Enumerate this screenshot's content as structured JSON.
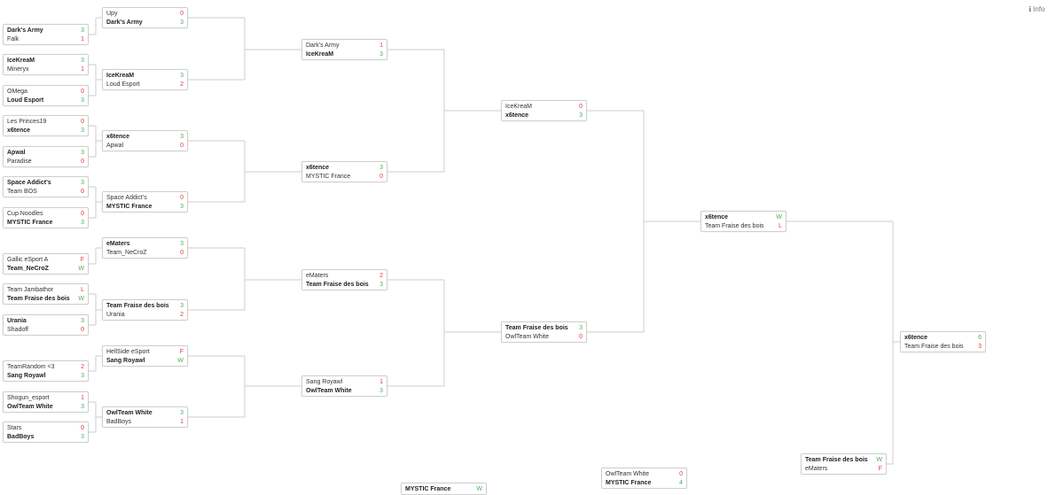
{
  "info_button": {
    "icon": "info-icon",
    "icon_glyph": "ℹ",
    "label": "Info"
  },
  "colors": {
    "win": "#4caf50",
    "lose": "#e53935",
    "border": "#cfcfcf",
    "line": "#cccccc"
  },
  "rounds": {
    "r1": [
      [
        {
          "name": "Dark's Army",
          "score": "3",
          "win": true
        },
        {
          "name": "Falk",
          "score": "1",
          "win": false
        }
      ],
      [
        {
          "name": "IceKreaM",
          "score": "3",
          "win": true
        },
        {
          "name": "Mineryx",
          "score": "1",
          "win": false
        }
      ],
      [
        {
          "name": "OMega",
          "score": "0",
          "win": false
        },
        {
          "name": "Loud Esport",
          "score": "3",
          "win": true
        }
      ],
      [
        {
          "name": "Les Princes19",
          "score": "0",
          "win": false
        },
        {
          "name": "x6tence",
          "score": "3",
          "win": true
        }
      ],
      [
        {
          "name": "Apwal",
          "score": "3",
          "win": true
        },
        {
          "name": "Paradise",
          "score": "0",
          "win": false
        }
      ],
      [
        {
          "name": "Space Addict's",
          "score": "3",
          "win": true
        },
        {
          "name": "Team BOS",
          "score": "0",
          "win": false
        }
      ],
      [
        {
          "name": "Cup Noodles",
          "score": "0",
          "win": false
        },
        {
          "name": "MYSTIC France",
          "score": "3",
          "win": true
        }
      ],
      [
        {
          "name": "Gallic eSport A",
          "score": "F",
          "win": false
        },
        {
          "name": "Team_NeCroZ",
          "score": "W",
          "win": true
        }
      ],
      [
        {
          "name": "Team Jambathor",
          "score": "L",
          "win": false
        },
        {
          "name": "Team Fraise des bois",
          "score": "W",
          "win": true
        }
      ],
      [
        {
          "name": "Urania",
          "score": "3",
          "win": true
        },
        {
          "name": "Shadoff",
          "score": "0",
          "win": false
        }
      ],
      [
        {
          "name": "TeamRandom <3",
          "score": "2",
          "win": false
        },
        {
          "name": "Sang Royawl",
          "score": "3",
          "win": true
        }
      ],
      [
        {
          "name": "Shogun_esport",
          "score": "1",
          "win": false
        },
        {
          "name": "OwlTeam White",
          "score": "3",
          "win": true
        }
      ],
      [
        {
          "name": "Stars",
          "score": "0",
          "win": false
        },
        {
          "name": "BadBoys",
          "score": "3",
          "win": true
        }
      ]
    ],
    "r2": [
      [
        {
          "name": "Upy",
          "score": "0",
          "win": false
        },
        {
          "name": "Dark's Army",
          "score": "3",
          "win": true
        }
      ],
      [
        {
          "name": "IceKreaM",
          "score": "3",
          "win": true
        },
        {
          "name": "Loud Esport",
          "score": "2",
          "win": false
        }
      ],
      [
        {
          "name": "x6tence",
          "score": "3",
          "win": true
        },
        {
          "name": "Apwal",
          "score": "0",
          "win": false
        }
      ],
      [
        {
          "name": "Space Addict's",
          "score": "0",
          "win": false
        },
        {
          "name": "MYSTIC France",
          "score": "3",
          "win": true
        }
      ],
      [
        {
          "name": "eMaters",
          "score": "3",
          "win": true
        },
        {
          "name": "Team_NeCroZ",
          "score": "0",
          "win": false
        }
      ],
      [
        {
          "name": "Team Fraise des bois",
          "score": "3",
          "win": true
        },
        {
          "name": "Urania",
          "score": "2",
          "win": false
        }
      ],
      [
        {
          "name": "HellSide eSport",
          "score": "F",
          "win": false
        },
        {
          "name": "Sang Royawl",
          "score": "W",
          "win": true
        }
      ],
      [
        {
          "name": "OwlTeam White",
          "score": "3",
          "win": true
        },
        {
          "name": "BadBoys",
          "score": "1",
          "win": false
        }
      ]
    ],
    "r3": [
      [
        {
          "name": "Dark's Army",
          "score": "1",
          "win": false
        },
        {
          "name": "IceKreaM",
          "score": "3",
          "win": true
        }
      ],
      [
        {
          "name": "x6tence",
          "score": "3",
          "win": true
        },
        {
          "name": "MYSTIC France",
          "score": "0",
          "win": false
        }
      ],
      [
        {
          "name": "eMaters",
          "score": "2",
          "win": false
        },
        {
          "name": "Team Fraise des bois",
          "score": "3",
          "win": true
        }
      ],
      [
        {
          "name": "Sang Royawl",
          "score": "1",
          "win": false
        },
        {
          "name": "OwlTeam White",
          "score": "3",
          "win": true
        }
      ]
    ],
    "r4": [
      [
        {
          "name": "IceKreaM",
          "score": "0",
          "win": false
        },
        {
          "name": "x6tence",
          "score": "3",
          "win": true
        }
      ],
      [
        {
          "name": "Team Fraise des bois",
          "score": "3",
          "win": true
        },
        {
          "name": "OwlTeam White",
          "score": "0",
          "win": false
        }
      ]
    ],
    "r5": [
      [
        {
          "name": "x6tence",
          "score": "W",
          "win": true
        },
        {
          "name": "Team Fraise des bois",
          "score": "L",
          "win": false
        }
      ]
    ],
    "final": [
      [
        {
          "name": "x6tence",
          "score": "6",
          "win": true
        },
        {
          "name": "Team Fraise des bois",
          "score": "3",
          "win": false
        }
      ]
    ],
    "lower": [
      [
        {
          "name": "MYSTIC France",
          "score": "W",
          "win": true
        }
      ],
      [
        {
          "name": "OwlTeam White",
          "score": "0",
          "win": false
        },
        {
          "name": "MYSTIC France",
          "score": "4",
          "win": true
        }
      ],
      [
        {
          "name": "Team Fraise des bois",
          "score": "W",
          "win": true
        },
        {
          "name": "eMaters",
          "score": "F",
          "win": false
        }
      ]
    ]
  }
}
